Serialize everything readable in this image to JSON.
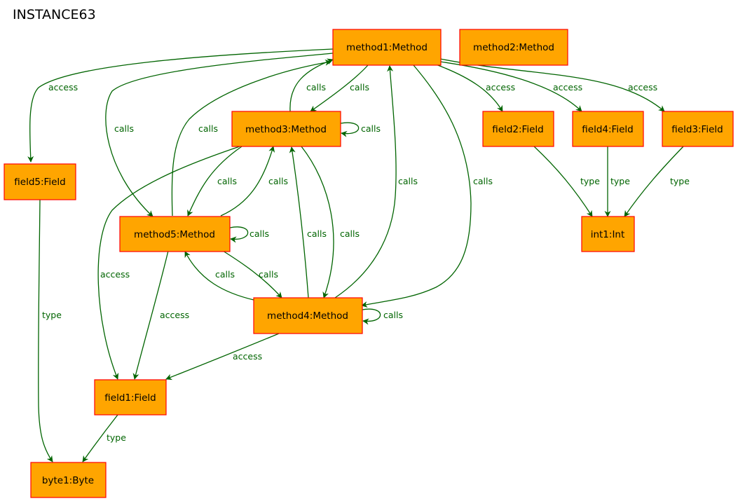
{
  "title": "INSTANCE63",
  "colors": {
    "node_fill": "#ffa500",
    "node_border": "#ff0000",
    "edge": "#006400",
    "edge_label": "#006400"
  },
  "nodes": {
    "method1": "method1:Method",
    "method2": "method2:Method",
    "method3": "method3:Method",
    "method4": "method4:Method",
    "method5": "method5:Method",
    "field1": "field1:Field",
    "field2": "field2:Field",
    "field3": "field3:Field",
    "field4": "field4:Field",
    "field5": "field5:Field",
    "int1": "int1:Int",
    "byte1": "byte1:Byte"
  },
  "edges": [
    {
      "from": "method1",
      "to": "field5",
      "label": "access"
    },
    {
      "from": "method1",
      "to": "method5",
      "label": "calls"
    },
    {
      "from": "method1",
      "to": "method3",
      "label": "calls"
    },
    {
      "from": "method1",
      "to": "field2",
      "label": "access"
    },
    {
      "from": "method1",
      "to": "field4",
      "label": "access"
    },
    {
      "from": "method1",
      "to": "field3",
      "label": "access"
    },
    {
      "from": "method1",
      "to": "method4",
      "label": "calls"
    },
    {
      "from": "method3",
      "to": "method1",
      "label": "calls"
    },
    {
      "from": "method3",
      "to": "method3",
      "label": "calls"
    },
    {
      "from": "method3",
      "to": "method5",
      "label": "calls"
    },
    {
      "from": "method3",
      "to": "field1",
      "label": "access"
    },
    {
      "from": "method3",
      "to": "method4",
      "label": "calls"
    },
    {
      "from": "method5",
      "to": "method1",
      "label": "calls"
    },
    {
      "from": "method5",
      "to": "method3",
      "label": "calls"
    },
    {
      "from": "method5",
      "to": "method5",
      "label": "calls"
    },
    {
      "from": "method5",
      "to": "method4",
      "label": "calls"
    },
    {
      "from": "method5",
      "to": "field1",
      "label": "access"
    },
    {
      "from": "method4",
      "to": "method3",
      "label": "calls"
    },
    {
      "from": "method4",
      "to": "method5",
      "label": "calls"
    },
    {
      "from": "method4",
      "to": "method1",
      "label": "calls"
    },
    {
      "from": "method4",
      "to": "method4",
      "label": "calls"
    },
    {
      "from": "method4",
      "to": "field1",
      "label": "access"
    },
    {
      "from": "field2",
      "to": "int1",
      "label": "type"
    },
    {
      "from": "field4",
      "to": "int1",
      "label": "type"
    },
    {
      "from": "field3",
      "to": "int1",
      "label": "type"
    },
    {
      "from": "field5",
      "to": "byte1",
      "label": "type"
    },
    {
      "from": "field1",
      "to": "byte1",
      "label": "type"
    }
  ]
}
